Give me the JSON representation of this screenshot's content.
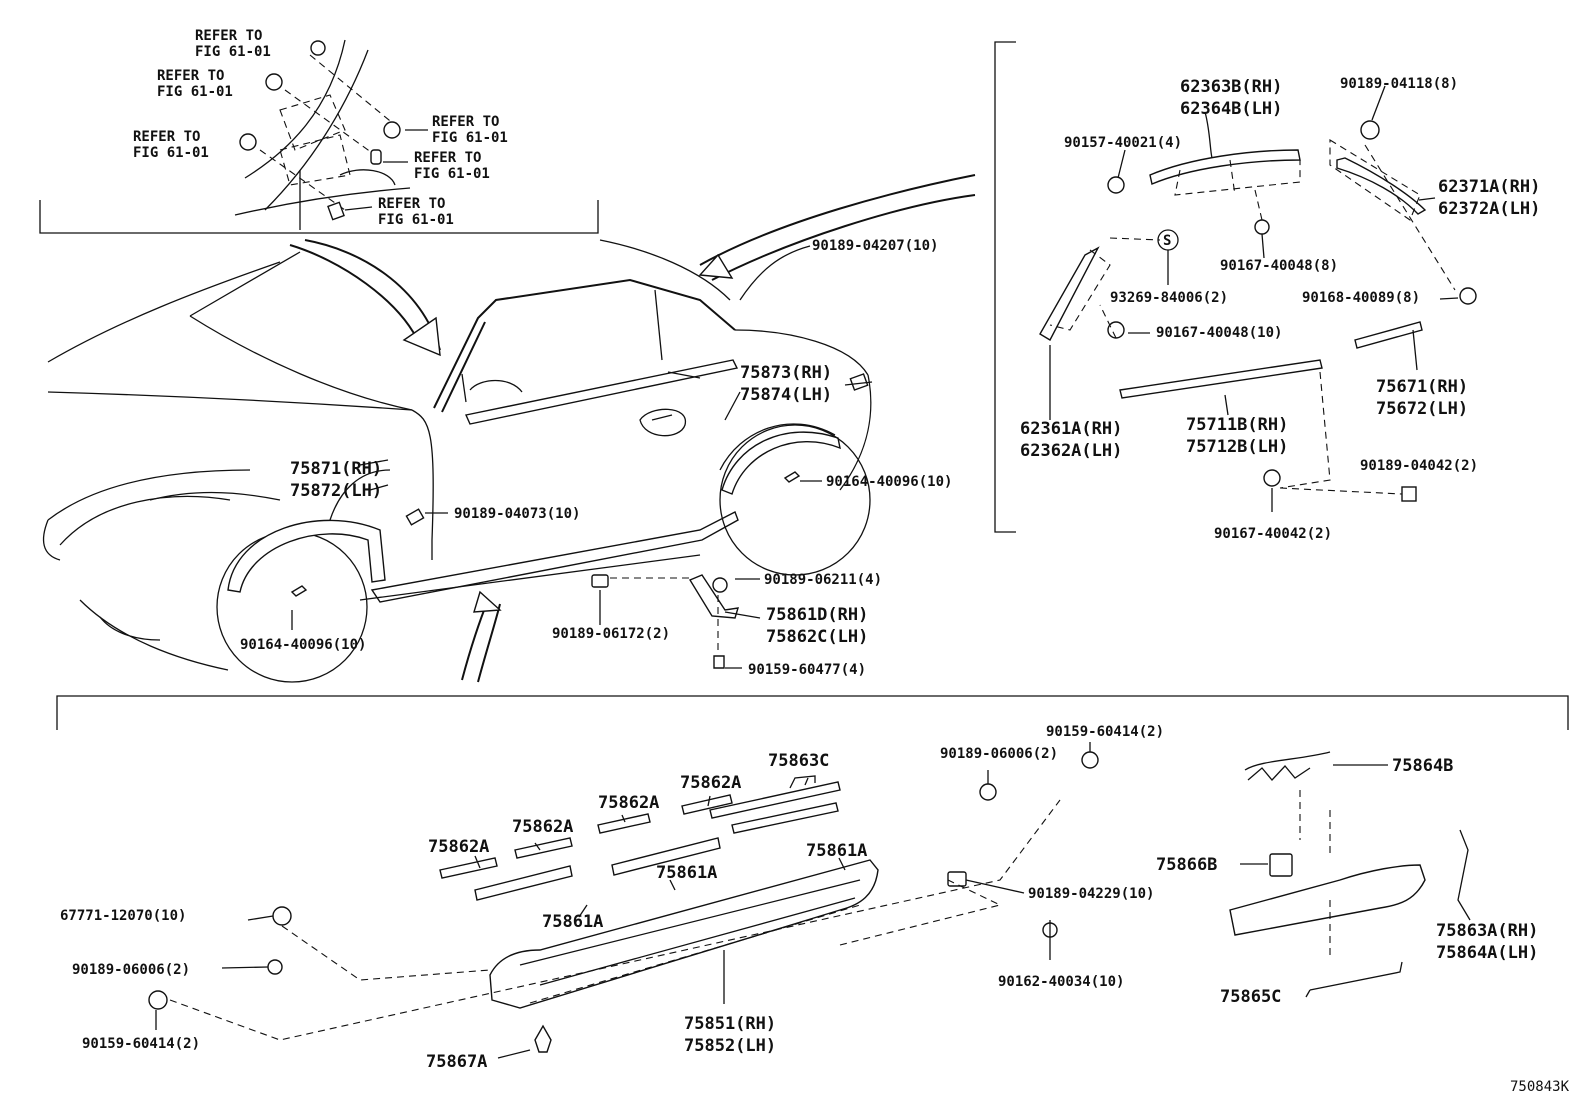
{
  "inset_refs": [
    "REFER TO\nFIG 61-01",
    "REFER TO\nFIG 61-01",
    "REFER TO\nFIG 61-01",
    "REFER TO\nFIG 61-01",
    "REFER TO\nFIG 61-01",
    "REFER TO\nFIG 61-01"
  ],
  "parts_car": {
    "p90189_04207": "90189-04207(10)",
    "p75873": "75873(RH)",
    "p75874": "75874(LH)",
    "p75871": "75871(RH)",
    "p75872": "75872(LH)",
    "p90164_40096_a": "90164-40096(10)",
    "p90189_04073": "90189-04073(10)",
    "p90189_06211": "90189-06211(4)",
    "p75861D": "75861D(RH)",
    "p75862C": "75862C(LH)",
    "p90189_06172": "90189-06172(2)",
    "p90159_60477": "90159-60477(4)",
    "p90164_40096_b": "90164-40096(10)"
  },
  "parts_top_right": {
    "p62363B": "62363B(RH)",
    "p62364B": "62364B(LH)",
    "p90189_04118": "90189-04118(8)",
    "p90157_40021": "90157-40021(4)",
    "p62371A": "62371A(RH)",
    "p62372A": "62372A(LH)",
    "p90167_40048_8": "90167-40048(8)",
    "s_marker": "S",
    "p93269_84006": "93269-84006(2)",
    "p90168_40089": "90168-40089(8)",
    "p90167_40048_10": "90167-40048(10)",
    "p75671": "75671(RH)",
    "p75672": "75672(LH)",
    "p62361A": "62361A(RH)",
    "p62362A": "62362A(LH)",
    "p75711B": "75711B(RH)",
    "p75712B": "75712B(LH)",
    "p90189_04042": "90189-04042(2)",
    "p90167_40042": "90167-40042(2)"
  },
  "parts_bottom": {
    "p75863C": "75863C",
    "p75862A_1": "75862A",
    "p75862A_2": "75862A",
    "p75862A_3": "75862A",
    "p75862A_4": "75862A",
    "p75861A_1": "75861A",
    "p75861A_2": "75861A",
    "p75861A_3": "75861A",
    "p90159_60414_top": "90159-60414(2)",
    "p90189_06006_top": "90189-06006(2)",
    "p90189_04229": "90189-04229(10)",
    "p90162_40034": "90162-40034(10)",
    "p67771_12070": "67771-12070(10)",
    "p90189_06006_left": "90189-06006(2)",
    "p90159_60414_left": "90159-60414(2)",
    "p75851": "75851(RH)",
    "p75852": "75852(LH)",
    "p75867A": "75867A",
    "p75864B": "75864B",
    "p75866B": "75866B",
    "p75863A": "75863A(RH)",
    "p75864A": "75864A(LH)",
    "p75865C": "75865C"
  },
  "figure_code": "750843K"
}
